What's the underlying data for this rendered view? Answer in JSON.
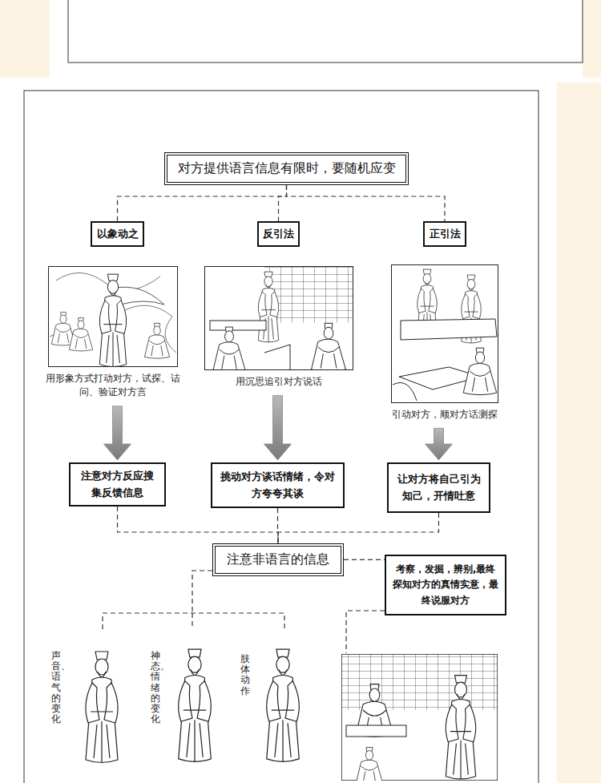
{
  "diagram": {
    "nodes": [
      {
        "text": [
          "对方提供语言信息有限时，要随机应变"
        ]
      },
      {
        "text": [
          "以象动之"
        ]
      },
      {
        "text": [
          "反引法"
        ]
      },
      {
        "text": [
          "正引法"
        ]
      },
      {
        "text": [
          "用形象方式打动对方，试探、诘问、验证对方言"
        ]
      },
      {
        "text": [
          "用沉思追引对方说话"
        ]
      },
      {
        "text": [
          "引动对方，顺对方话测探"
        ]
      },
      {
        "text": [
          "注意对方反应搜集反馈信息"
        ]
      },
      {
        "text": [
          "挑动对方谈话情绪，令对方夸夸其谈"
        ]
      },
      {
        "text": [
          "让对方将自己引为知己，开情吐意"
        ]
      },
      {
        "text": [
          "注意非语言的信息"
        ]
      },
      {
        "text": [
          "考察，发掘，辨别,最终探知对方的真情实意，最终说服对方"
        ]
      }
    ],
    "edges": [
      {
        "from": 0,
        "to": 1,
        "arrow": "none"
      },
      {
        "from": 0,
        "to": 2,
        "arrow": "none"
      },
      {
        "from": 0,
        "to": 3,
        "arrow": "none"
      },
      {
        "from": 4,
        "to": 7,
        "arrow": "to"
      },
      {
        "from": 5,
        "to": 8,
        "arrow": "to"
      },
      {
        "from": 6,
        "to": 9,
        "arrow": "to"
      },
      {
        "from": 7,
        "to": 10,
        "arrow": "none"
      },
      {
        "from": 8,
        "to": 10,
        "arrow": "none"
      },
      {
        "from": 9,
        "to": 10,
        "arrow": "none"
      },
      {
        "from": 10,
        "to": 11,
        "arrow": "none"
      }
    ],
    "labels": [
      "声音、语气的变化",
      "神态、情绪的变化",
      "肢体动作"
    ]
  }
}
